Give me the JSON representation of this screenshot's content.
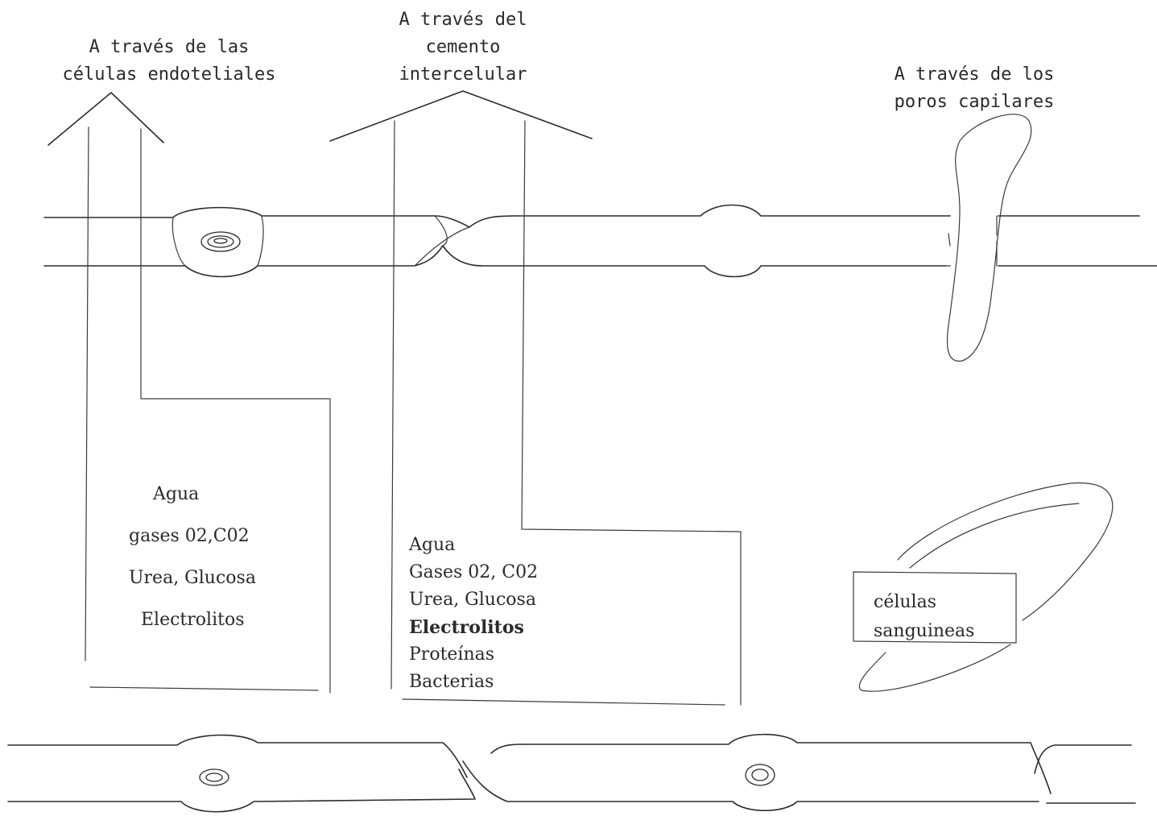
{
  "labels": {
    "endothelial_route": [
      "A través de las",
      "células endoteliales"
    ],
    "cement_route": [
      "A través del",
      "cemento",
      "intercelular"
    ],
    "pores_route": [
      "A través de los",
      "poros capilares"
    ],
    "box_left": [
      "Agua",
      "gases 02,C02",
      "Urea, Glucosa",
      "Electrolitos"
    ],
    "box_middle": [
      "Agua",
      "Gases 02, C02",
      "Urea, Glucosa",
      "Electrolitos",
      "Proteínas",
      "Bacterias"
    ],
    "blood_cells": [
      "células",
      "sanguineas"
    ]
  },
  "colors": {
    "ink": "#2b2b2b",
    "paper": "#ffffff"
  }
}
